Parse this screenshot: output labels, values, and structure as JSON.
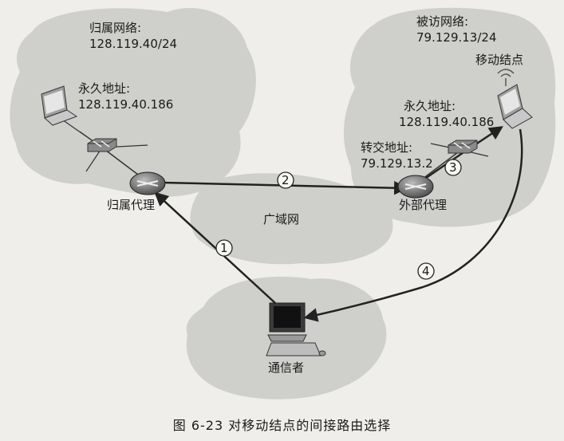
{
  "home_network": {
    "title": "归属网络:",
    "subnet": "128.119.40/24"
  },
  "visited_network": {
    "title": "被访网络:",
    "subnet": "79.129.13/24"
  },
  "home_host": {
    "label": "永久地址:",
    "address": "128.119.40.186"
  },
  "mobile_node": {
    "name": "移动结点",
    "permanent_label": "永久地址:",
    "permanent_address": "128.119.40.186",
    "coa_label": "转交地址:",
    "coa_address": "79.129.13.2"
  },
  "home_agent": "归属代理",
  "foreign_agent": "外部代理",
  "wan": "广域网",
  "correspondent": "通信者",
  "steps": [
    "1",
    "2",
    "3",
    "4"
  ],
  "caption": "图 6-23    对移动结点的间接路由选择"
}
